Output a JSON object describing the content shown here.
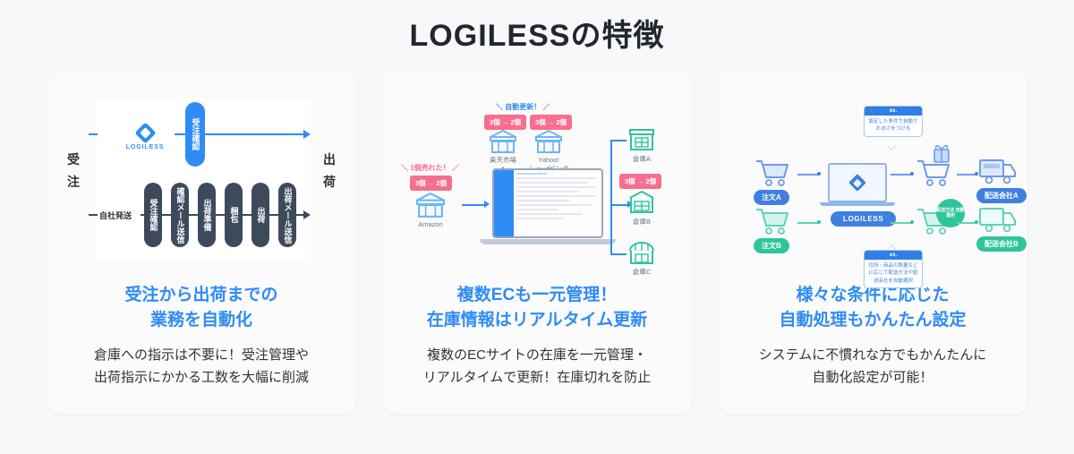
{
  "page": {
    "title": "LOGILESSの特徴",
    "background": "#f7f8fa",
    "accent_blue": "#2f8cf4",
    "accent_teal": "#2ec59b",
    "accent_pink": "#f76e8e",
    "dark": "#3d4a5c"
  },
  "cards": [
    {
      "heading_line1": "受注から出荷までの",
      "heading_line2": "業務を自動化",
      "body_line1": "倉庫への指示は不要に！受注管理や",
      "body_line2": "出荷指示にかかる工数を大幅に削減",
      "figure": {
        "left_label": "受注",
        "right_label": "出荷",
        "logo_name": "LOGILESS",
        "top_step": "受注確認",
        "bottom_source": "自社発送",
        "bottom_steps": [
          "受注確認",
          "確認メール送信",
          "出荷準備",
          "梱包",
          "出荷",
          "出荷メール送信"
        ]
      }
    },
    {
      "heading_line1": "複数ECも一元管理！",
      "heading_line2": "在庫情報はリアルタイム更新",
      "body_line1": "複数のECサイトの在庫を一元管理・",
      "body_line2": "リアルタイムで更新！在庫切れを防止",
      "figure": {
        "auto_update_note": "＼ 自動更新！ ／",
        "sold_note": "＼ 1個売れた！ ／",
        "stock_badge": "3個 → 2個",
        "source_store": "Amazon",
        "target_stores": [
          "楽天市場",
          "Yahoo!\nショッピング"
        ],
        "store_rakuten": "楽天市場",
        "store_yahoo_l1": "Yahoo!",
        "store_yahoo_l2": "ショッピング",
        "warehouses": [
          "倉庫A",
          "倉庫B",
          "倉庫C"
        ]
      }
    },
    {
      "heading_line1": "様々な条件に応じた",
      "heading_line2": "自動処理もかんたん設定",
      "body_line1": "システムに不慣れな方でもかんたんに",
      "body_line2": "自動化設定が可能！",
      "figure": {
        "order_a": "注文A",
        "order_b": "注文B",
        "system_name": "LOGILESS",
        "carrier_a": "配送会社A",
        "carrier_b": "配送会社B",
        "circle_note": "配送方法\n自動選択",
        "tooltip_top_head": "ex.",
        "tooltip_top_body": "設定した条件で自動でおまけをつける",
        "tooltip_bottom_head": "ex.",
        "tooltip_bottom_body": "住所・商品の数量などに応じて配送方法や配送会社を自動選択"
      }
    }
  ]
}
